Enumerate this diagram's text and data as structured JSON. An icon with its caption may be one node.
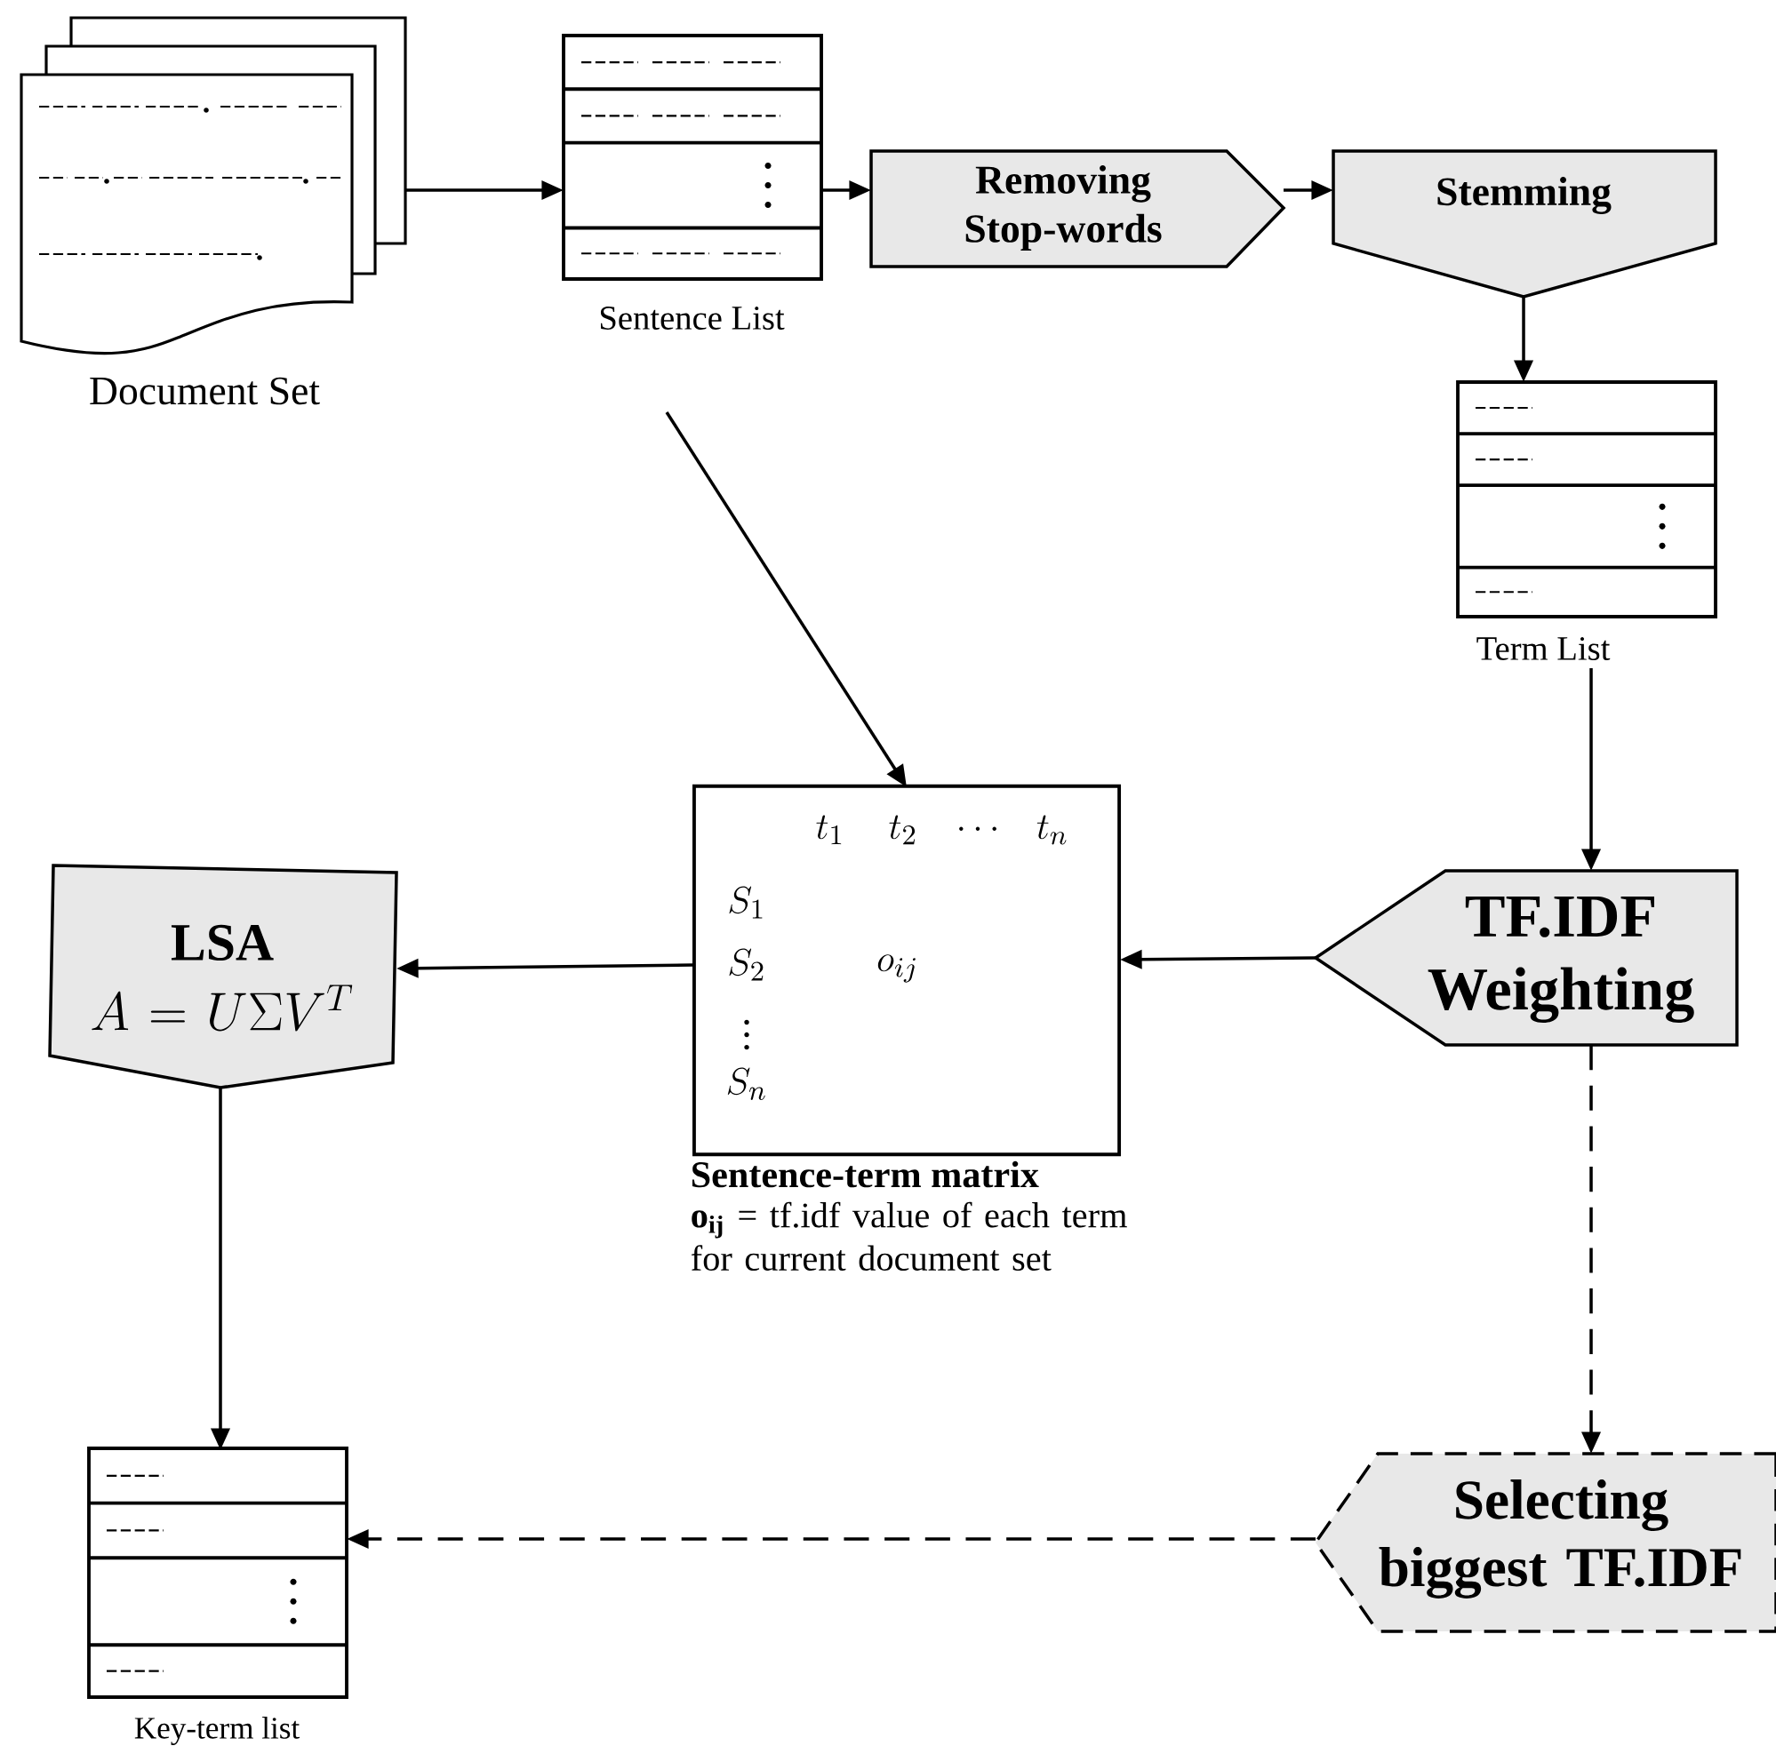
{
  "diagram": {
    "nodes": [
      {
        "text": [],
        "shape": "picture",
        "beside": [
          "Document Set"
        ]
      },
      {
        "text": [],
        "shape": "box",
        "beside": [
          "Sentence List"
        ]
      },
      {
        "text": [
          "Removing Stop-words"
        ]
      },
      {
        "text": [
          "Stemming"
        ]
      },
      {
        "text": [],
        "shape": "box",
        "beside": [
          "Term List"
        ]
      },
      {
        "text": [
          "TF.IDF Weighting"
        ]
      },
      {
        "text": [
          "t_1",
          "t_2",
          "\\cdots",
          "t_n",
          "S_1",
          "S_2",
          "\\vdots",
          "S_n",
          "o_{ij}"
        ],
        "beside": [
          "Sentence-term matrix",
          "**o$_{ij}$** = tf.idf value of each term for current document set"
        ]
      },
      {
        "text": [
          "LSA",
          "A = U\\Sigma V^T"
        ]
      },
      {
        "text": [],
        "shape": "box",
        "beside": [
          "Key-term list"
        ]
      },
      {
        "text": [
          "Selecting biggest TF.IDF"
        ]
      }
    ],
    "edges": [
      {
        "from": 0,
        "to": 1,
        "arrow": "to"
      },
      {
        "from": 1,
        "to": 2,
        "arrow": "to"
      },
      {
        "from": 2,
        "to": 3,
        "arrow": "to"
      },
      {
        "from": 3,
        "to": 4,
        "arrow": "to"
      },
      {
        "from": 4,
        "to": 5,
        "arrow": "to"
      },
      {
        "from": 1,
        "to": 6,
        "arrow": "to"
      },
      {
        "from": 5,
        "to": 6,
        "arrow": "to"
      },
      {
        "from": 6,
        "to": 7,
        "arrow": "to"
      },
      {
        "from": 7,
        "to": 8,
        "arrow": "to"
      },
      {
        "from": 5,
        "to": 9,
        "arrow": "to",
        "style": "dashed"
      },
      {
        "from": 9,
        "to": 8,
        "arrow": "to",
        "style": "dashed"
      }
    ]
  }
}
